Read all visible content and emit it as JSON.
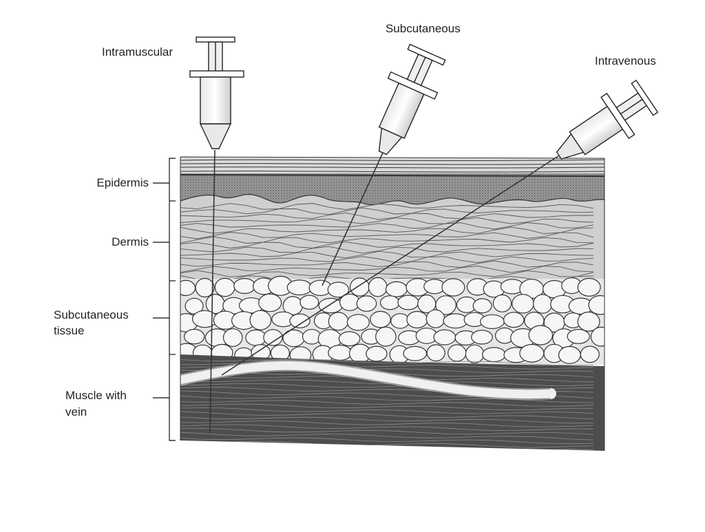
{
  "labels": {
    "intramuscular": "Intramuscular",
    "subcutaneous": "Subcutaneous",
    "intravenous": "Intravenous",
    "epidermis": "Epidermis",
    "dermis": "Dermis",
    "subcutaneous_tissue_1": "Subcutaneous",
    "subcutaneous_tissue_2": "tissue",
    "muscle_1": "Muscle with",
    "muscle_2": "vein"
  },
  "colors": {
    "ink": "#222222",
    "epidermis": "#8a8a8a",
    "dermis": "#c8c8c8",
    "fat": "#f2f2f2",
    "muscle": "#5a5a5a",
    "vein": "#dcdcdc"
  }
}
